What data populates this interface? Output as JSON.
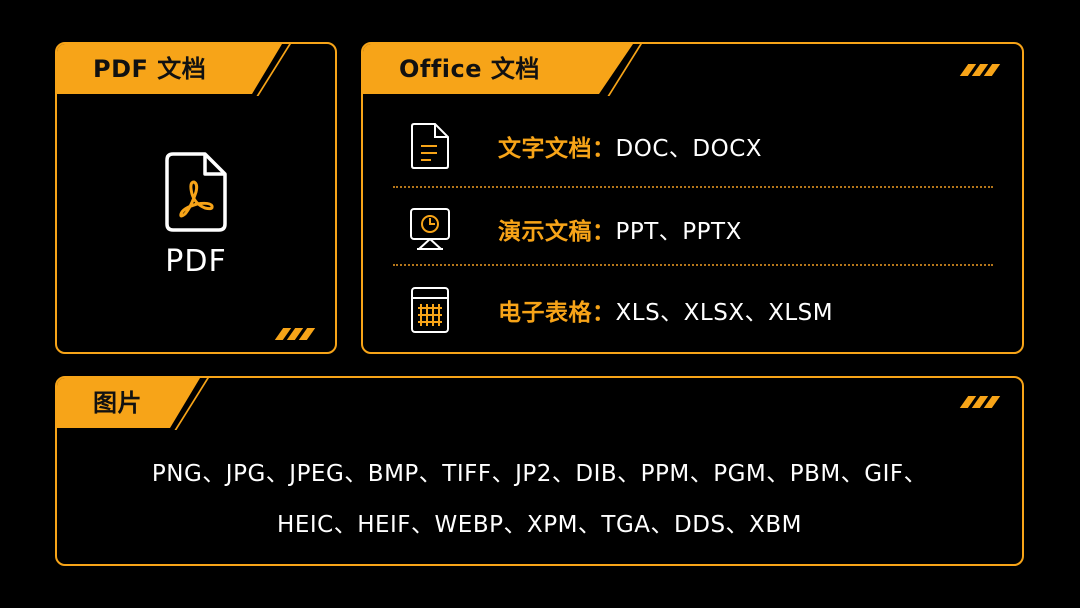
{
  "colors": {
    "accent": "#f7a418",
    "background": "#000000",
    "text": "#ffffff",
    "tab_text": "#111111"
  },
  "pdf_card": {
    "title": "PDF 文档",
    "icon": "pdf-file-icon",
    "icon_label": "PDF"
  },
  "office_card": {
    "title": "Office 文档",
    "rows": [
      {
        "icon": "document-icon",
        "label": "文字文档：",
        "value": "DOC、DOCX"
      },
      {
        "icon": "presentation-icon",
        "label": "演示文稿：",
        "value": "PPT、PPTX"
      },
      {
        "icon": "spreadsheet-icon",
        "label": "电子表格：",
        "value": "XLS、XLSX、XLSM"
      }
    ]
  },
  "image_card": {
    "title": "图片",
    "formats_line_1": "PNG、JPG、JPEG、BMP、TIFF、JP2、DIB、PPM、PGM、PBM、GIF、",
    "formats_line_2": "HEIC、HEIF、WEBP、XPM、TGA、DDS、XBM"
  }
}
